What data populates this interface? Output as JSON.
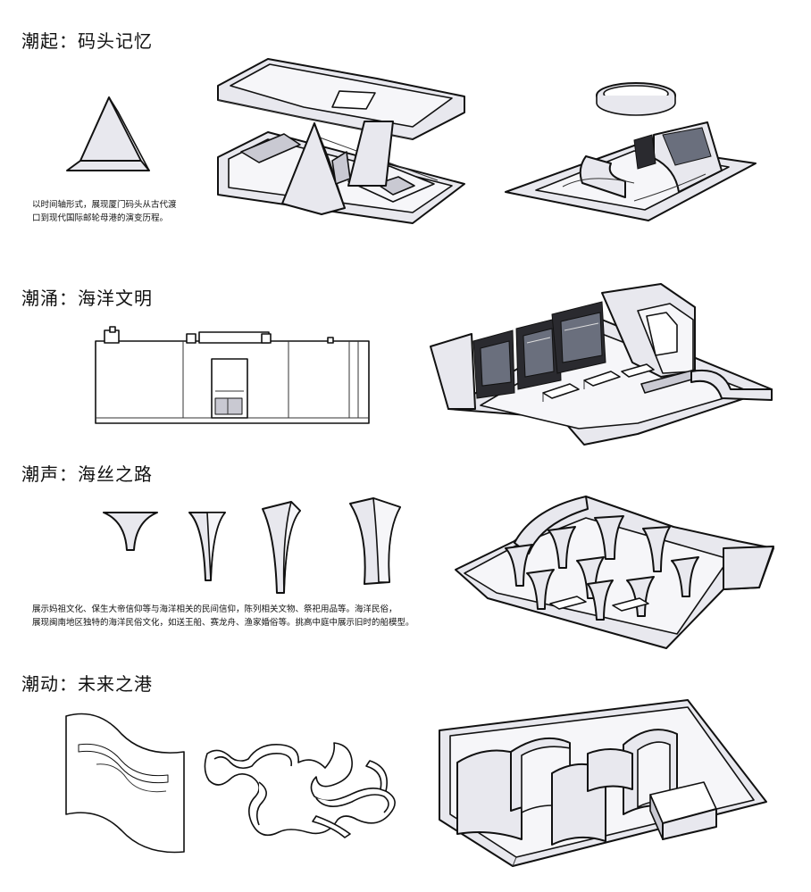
{
  "sections": [
    {
      "title": "潮起：码头记忆",
      "description_lines": [
        "以时间轴形式，展现厦门码头从古代渡",
        "口到现代国际邮轮母港的演变历程。"
      ]
    },
    {
      "title": "潮涌：海洋文明",
      "description_lines": []
    },
    {
      "title": "潮声：海丝之路",
      "description_lines": [
        "展示妈祖文化、保生大帝信仰等与海洋相关的民间信仰，陈列相关文物、祭祀用品等。海洋民俗，",
        "展现闽南地区独特的海洋民俗文化，如送王船、赛龙舟、渔家婚俗等。挑高中庭中展示旧时的船模型。"
      ]
    },
    {
      "title": "潮动：未来之港",
      "description_lines": []
    }
  ],
  "colors": {
    "model_fill": "#e8e8ee",
    "outline": "#111111",
    "screen": "#2a2a2f"
  }
}
